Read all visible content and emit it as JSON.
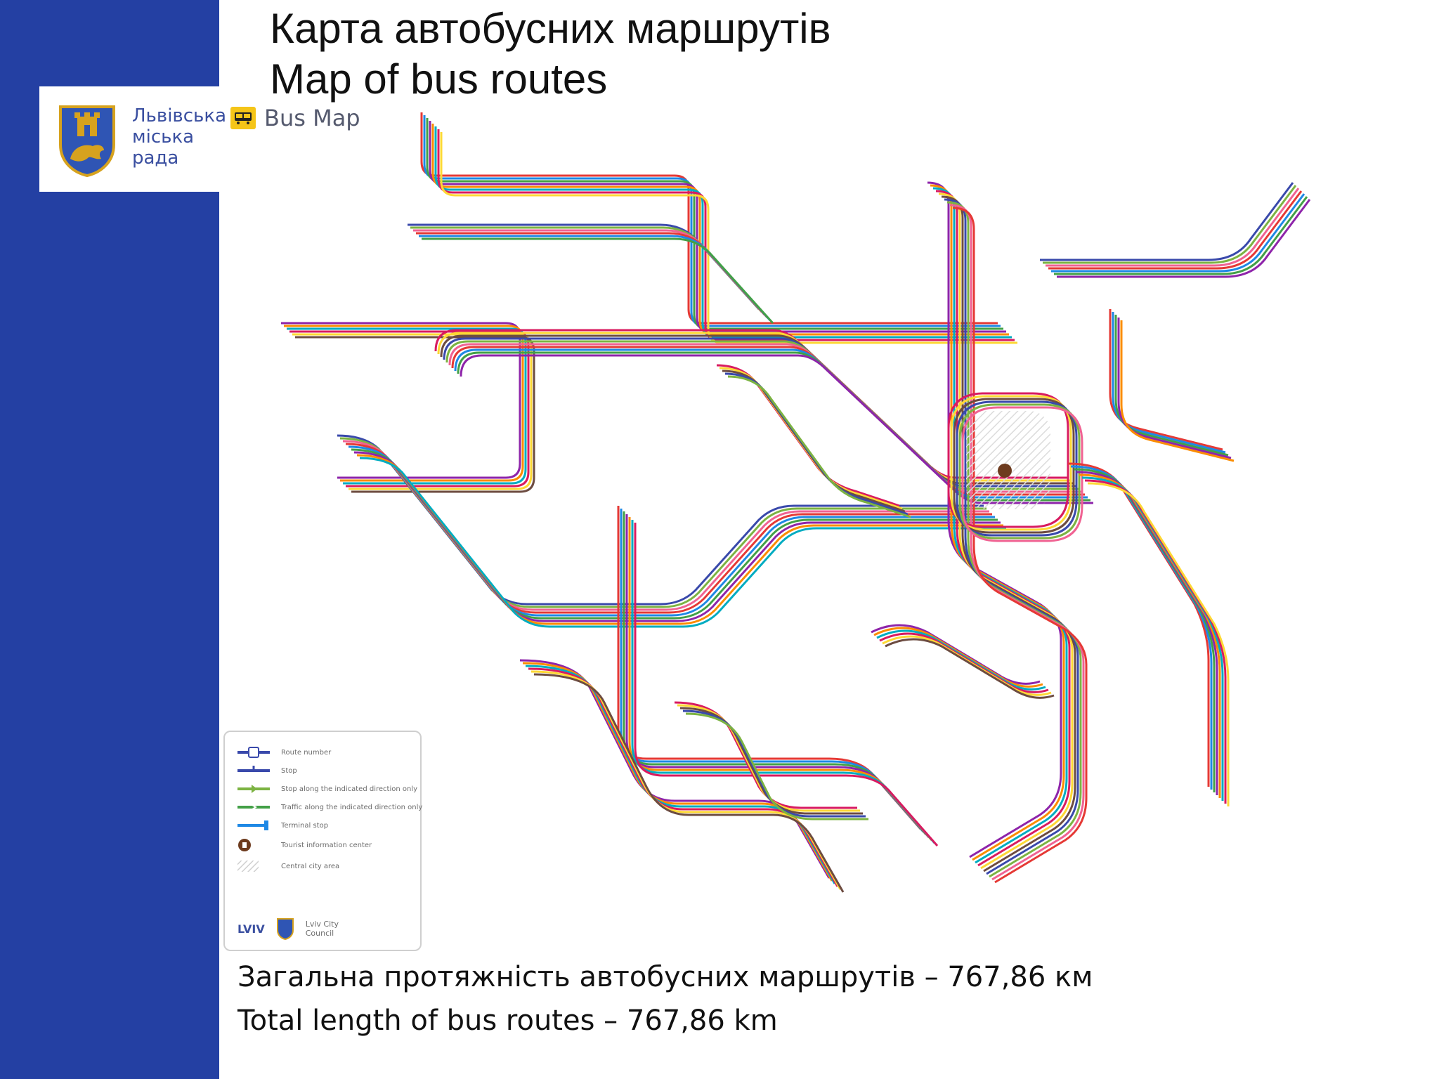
{
  "title": {
    "ua": "Карта автобусних маршрутів",
    "en": "Map of bus routes"
  },
  "logo": {
    "council_lines": [
      "Львівська",
      "міська",
      "рада"
    ],
    "icon": "lviv-coat-of-arms-icon"
  },
  "map_label": {
    "text": "Bus Map",
    "icon": "bus-icon",
    "icon_color": "#f5c518"
  },
  "legend": {
    "items": [
      {
        "label": "Route number"
      },
      {
        "label": "Stop"
      },
      {
        "label": "Stop along the indicated direction only"
      },
      {
        "label": "Traffic along the indicated direction only"
      },
      {
        "label": "Terminal stop"
      },
      {
        "label": "Tourist information center"
      },
      {
        "label": "Central city area"
      }
    ],
    "footer_logo": "LVIV",
    "footer_council": [
      "Lviv City",
      "Council"
    ]
  },
  "footer": {
    "ua": "Загальна протяжність автобусних маршрутів – 767,86 км",
    "en": "Total length of bus routes – 767,86 km"
  },
  "colors": {
    "sidebar": "#2440a3",
    "route_colors": [
      "#e53935",
      "#1e88e5",
      "#43a047",
      "#8e24aa",
      "#fb8c00",
      "#00acc1",
      "#d81b60",
      "#fdd835",
      "#6d4c41",
      "#3949ab",
      "#7cb342",
      "#f06292"
    ]
  }
}
